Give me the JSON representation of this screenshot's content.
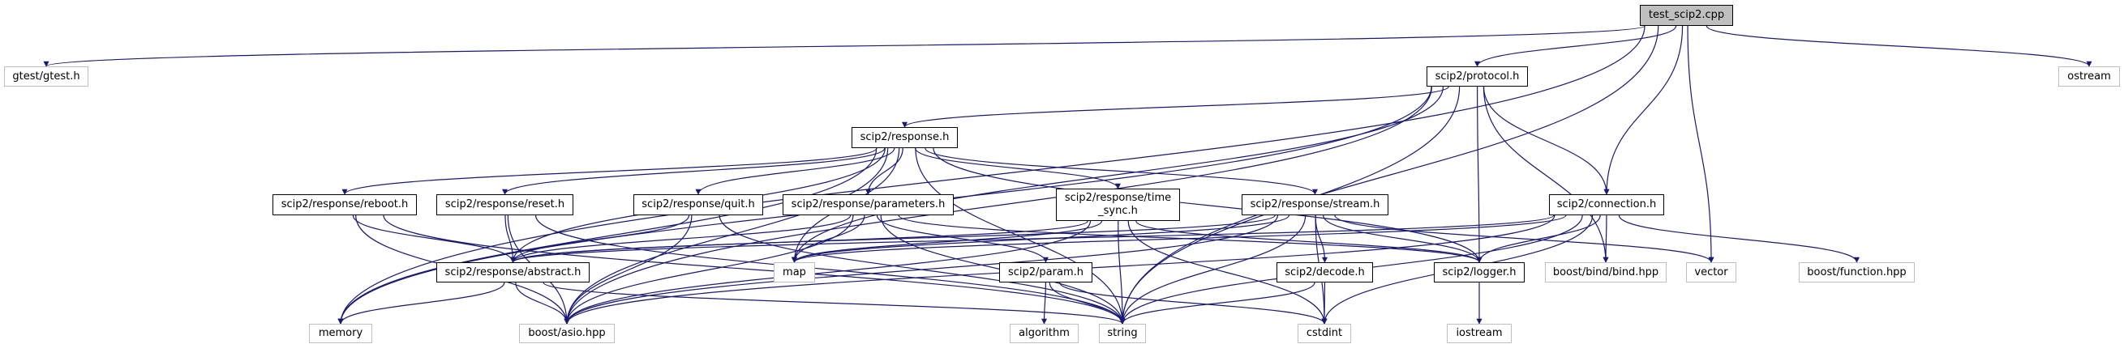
{
  "colors": {
    "edge": "#191970",
    "root_fill": "#bfbfbf",
    "external_border": "#bfbfbf",
    "documented_border": "#000000"
  },
  "nodes": [
    {
      "id": "root",
      "label": "test_scip2.cpp",
      "kind": "root"
    },
    {
      "id": "gtest",
      "label": "gtest/gtest.h",
      "kind": "ext"
    },
    {
      "id": "protocol",
      "label": "scip2/protocol.h",
      "kind": "doc"
    },
    {
      "id": "ostream",
      "label": "ostream",
      "kind": "ext"
    },
    {
      "id": "response",
      "label": "scip2/response.h",
      "kind": "doc"
    },
    {
      "id": "reboot",
      "label": "scip2/response/reboot.h",
      "kind": "doc"
    },
    {
      "id": "reset",
      "label": "scip2/response/reset.h",
      "kind": "doc"
    },
    {
      "id": "quit",
      "label": "scip2/response/quit.h",
      "kind": "doc"
    },
    {
      "id": "parameters",
      "label": "scip2/response/parameters.h",
      "kind": "doc"
    },
    {
      "id": "timesync",
      "label": "scip2/response/time\n_sync.h",
      "kind": "doc"
    },
    {
      "id": "stream",
      "label": "scip2/response/stream.h",
      "kind": "doc"
    },
    {
      "id": "connection",
      "label": "scip2/connection.h",
      "kind": "doc"
    },
    {
      "id": "abstract",
      "label": "scip2/response/abstract.h",
      "kind": "doc"
    },
    {
      "id": "map",
      "label": "map",
      "kind": "ext"
    },
    {
      "id": "param",
      "label": "scip2/param.h",
      "kind": "doc"
    },
    {
      "id": "decode",
      "label": "scip2/decode.h",
      "kind": "doc"
    },
    {
      "id": "logger",
      "label": "scip2/logger.h",
      "kind": "doc"
    },
    {
      "id": "bind",
      "label": "boost/bind/bind.hpp",
      "kind": "ext"
    },
    {
      "id": "vector",
      "label": "vector",
      "kind": "ext"
    },
    {
      "id": "function",
      "label": "boost/function.hpp",
      "kind": "ext"
    },
    {
      "id": "memory",
      "label": "memory",
      "kind": "ext"
    },
    {
      "id": "asio",
      "label": "boost/asio.hpp",
      "kind": "ext"
    },
    {
      "id": "algorithm",
      "label": "algorithm",
      "kind": "ext"
    },
    {
      "id": "string",
      "label": "string",
      "kind": "ext"
    },
    {
      "id": "cstdint",
      "label": "cstdint",
      "kind": "ext"
    },
    {
      "id": "iostream",
      "label": "iostream",
      "kind": "ext"
    }
  ],
  "edges": [
    [
      "root",
      "gtest"
    ],
    [
      "root",
      "memory"
    ],
    [
      "root",
      "protocol"
    ],
    [
      "root",
      "connection"
    ],
    [
      "root",
      "vector"
    ],
    [
      "root",
      "ostream"
    ],
    [
      "root",
      "string"
    ],
    [
      "protocol",
      "response"
    ],
    [
      "protocol",
      "map"
    ],
    [
      "protocol",
      "logger"
    ],
    [
      "protocol",
      "connection"
    ],
    [
      "protocol",
      "bind"
    ],
    [
      "protocol",
      "string"
    ],
    [
      "protocol",
      "asio"
    ],
    [
      "protocol",
      "memory"
    ],
    [
      "response",
      "reboot"
    ],
    [
      "response",
      "reset"
    ],
    [
      "response",
      "quit"
    ],
    [
      "response",
      "parameters"
    ],
    [
      "response",
      "timesync"
    ],
    [
      "response",
      "stream"
    ],
    [
      "response",
      "abstract"
    ],
    [
      "response",
      "map"
    ],
    [
      "response",
      "string"
    ],
    [
      "response",
      "logger"
    ],
    [
      "response",
      "asio"
    ],
    [
      "response",
      "memory"
    ],
    [
      "reboot",
      "abstract"
    ],
    [
      "reboot",
      "asio"
    ],
    [
      "reboot",
      "string"
    ],
    [
      "reset",
      "abstract"
    ],
    [
      "reset",
      "asio"
    ],
    [
      "reset",
      "string"
    ],
    [
      "quit",
      "abstract"
    ],
    [
      "quit",
      "asio"
    ],
    [
      "quit",
      "string"
    ],
    [
      "parameters",
      "abstract"
    ],
    [
      "parameters",
      "map"
    ],
    [
      "parameters",
      "param"
    ],
    [
      "parameters",
      "string"
    ],
    [
      "parameters",
      "asio"
    ],
    [
      "parameters",
      "logger"
    ],
    [
      "timesync",
      "abstract"
    ],
    [
      "timesync",
      "map"
    ],
    [
      "timesync",
      "string"
    ],
    [
      "timesync",
      "cstdint"
    ],
    [
      "timesync",
      "logger"
    ],
    [
      "timesync",
      "asio"
    ],
    [
      "stream",
      "abstract"
    ],
    [
      "stream",
      "map"
    ],
    [
      "stream",
      "decode"
    ],
    [
      "stream",
      "string"
    ],
    [
      "stream",
      "cstdint"
    ],
    [
      "stream",
      "logger"
    ],
    [
      "stream",
      "vector"
    ],
    [
      "stream",
      "asio"
    ],
    [
      "connection",
      "logger"
    ],
    [
      "connection",
      "bind"
    ],
    [
      "connection",
      "function"
    ],
    [
      "connection",
      "string"
    ],
    [
      "connection",
      "cstdint"
    ],
    [
      "connection",
      "map"
    ],
    [
      "connection",
      "asio"
    ],
    [
      "connection",
      "abstract"
    ],
    [
      "abstract",
      "memory"
    ],
    [
      "abstract",
      "asio"
    ],
    [
      "abstract",
      "string"
    ],
    [
      "param",
      "algorithm"
    ],
    [
      "param",
      "string"
    ],
    [
      "param",
      "cstdint"
    ],
    [
      "decode",
      "string"
    ],
    [
      "decode",
      "cstdint"
    ],
    [
      "logger",
      "iostream"
    ]
  ]
}
